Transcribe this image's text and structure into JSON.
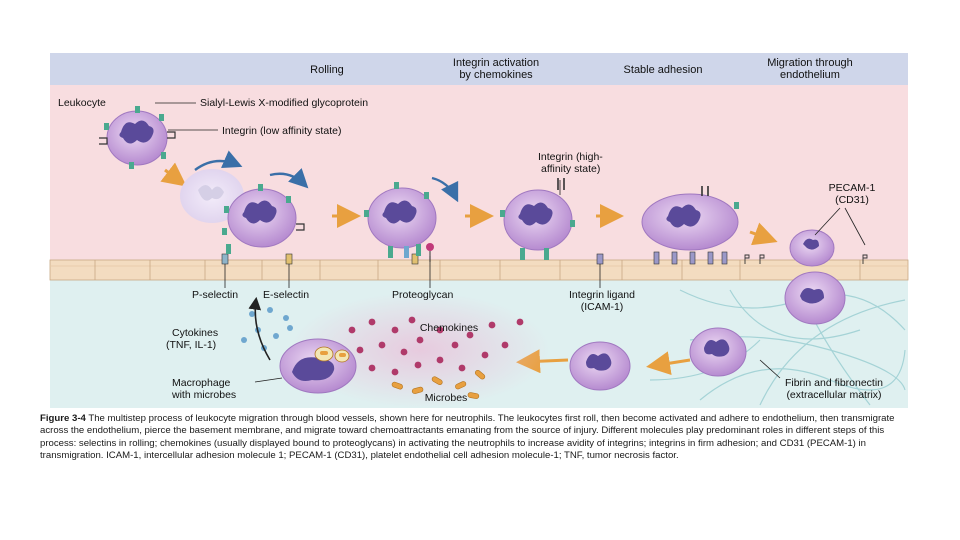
{
  "stages": [
    "Rolling",
    "Integrin activation",
    "by chemokines",
    "Stable adhesion",
    "Migration through",
    "endothelium"
  ],
  "labels": {
    "leukocyte": "Leukocyte",
    "sialyl": "Sialyl-Lewis X-modified glycoprotein",
    "integrin_low": "Integrin (low affinity state)",
    "integrin_high_1": "Integrin (high-",
    "integrin_high_2": "affinity state)",
    "pecam_1": "PECAM-1",
    "pecam_2": "(CD31)",
    "p_selectin": "P-selectin",
    "e_selectin": "E-selectin",
    "proteoglycan": "Proteoglycan",
    "integrin_ligand_1": "Integrin ligand",
    "integrin_ligand_2": "(ICAM-1)",
    "cytokines_1": "Cytokines",
    "cytokines_2": "(TNF, IL-1)",
    "chemokines": "Chemokines",
    "macrophage_1": "Macrophage",
    "macrophage_2": "with microbes",
    "microbes": "Microbes",
    "fibrin_1": "Fibrin and fibronectin",
    "fibrin_2": "(extracellular matrix)"
  },
  "caption": {
    "figure_label": "Figure 3-4",
    "text": " The multistep process of leukocyte migration through blood vessels, shown here for neutrophils. The leukocytes first roll, then become activated and adhere to endothelium, then transmigrate across the endothelium, pierce the basement membrane, and migrate toward chemoattractants emanating from the source of injury. Different molecules play predominant roles in different steps of this process: selectins in rolling; chemokines (usually displayed bound to proteoglycans) in activating the neutrophils to increase avidity of integrins; integrins in firm adhesion; and CD31 (PECAM-1) in transmigration. ICAM-1, intercellular adhesion molecule 1; PECAM-1 (CD31), platelet endothelial cell adhesion molecule-1; TNF, tumor necrosis factor."
  },
  "colors": {
    "header_band": "#cfd6ea",
    "vessel_lumen": "#f8dde0",
    "tissue": "#dff0f0",
    "endothelium": "#f3dcc0",
    "cell_membrane": "#c9a6d9",
    "nucleus": "#5a4a9a",
    "arrow": "#e8a040",
    "chemokine": "#b03a6a",
    "microbe": "#e8a040"
  }
}
